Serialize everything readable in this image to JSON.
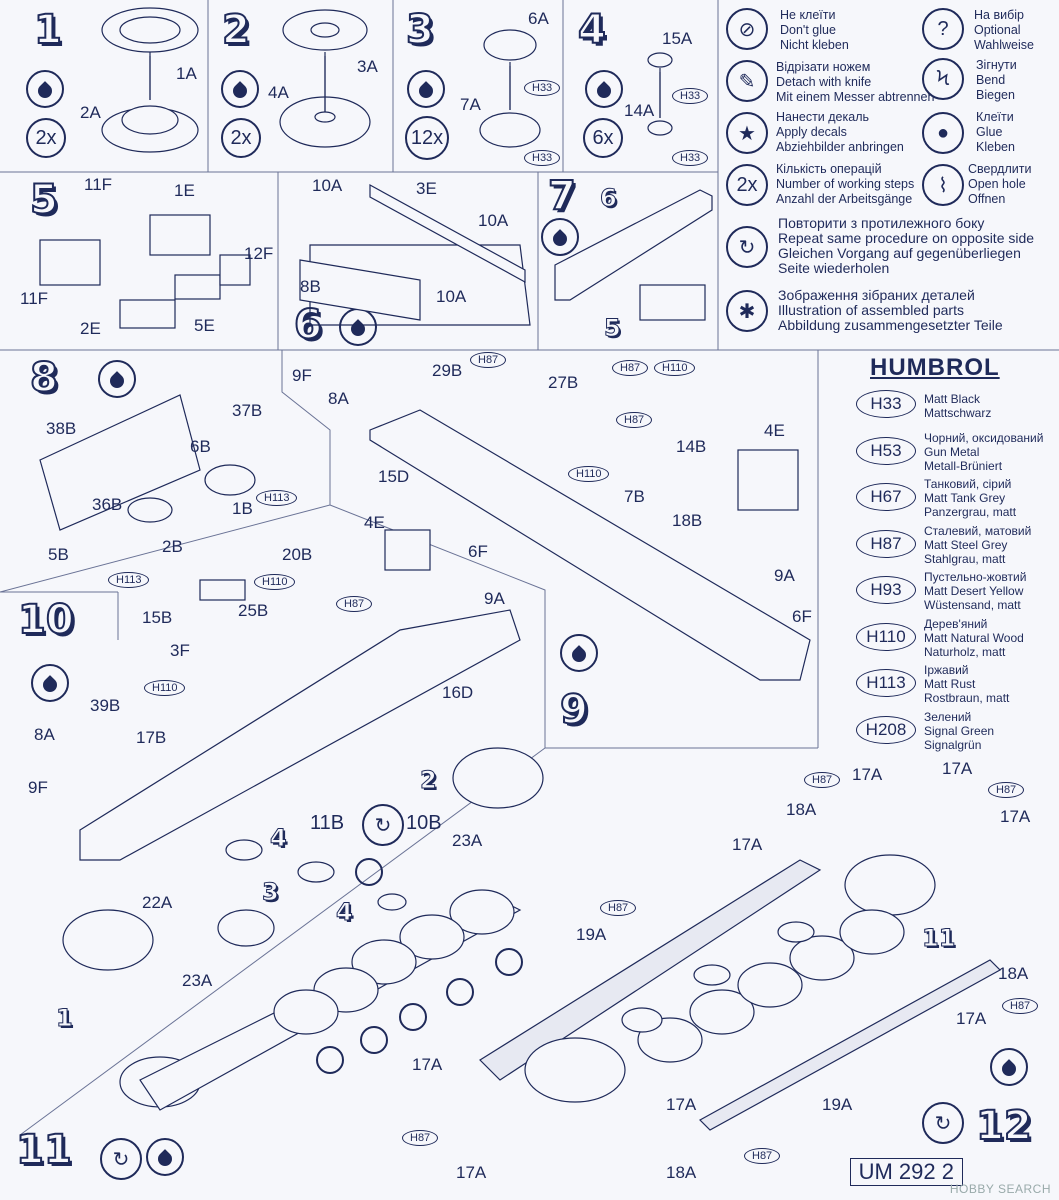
{
  "steps": {
    "s1": "1",
    "s2": "2",
    "s3": "3",
    "s4": "4",
    "s5": "5",
    "s6": "6",
    "s7": "7",
    "s8": "8",
    "s9": "9",
    "s10": "10",
    "s11": "11",
    "s12": "12",
    "ref6": "6",
    "ref5": "5",
    "ref2": "2",
    "ref4a": "4",
    "ref3": "3",
    "ref4b": "4",
    "ref1": "1",
    "ref11": "11"
  },
  "counts": {
    "s1": "2x",
    "s2": "2x",
    "s3": "12x",
    "s4": "6x"
  },
  "parts": {
    "p1A": "1A",
    "p2A": "2A",
    "p3A": "3A",
    "p4A": "4A",
    "p6A": "6A",
    "p7A": "7A",
    "p15A": "15A",
    "p14A": "14A",
    "p11F_a": "11F",
    "p1E": "1E",
    "p12F": "12F",
    "p11F_b": "11F",
    "p2E": "2E",
    "p5E": "5E",
    "p10A_a": "10A",
    "p3E": "3E",
    "p10A_b": "10A",
    "p8B": "8B",
    "p10A_c": "10A",
    "p9F_a": "9F",
    "p8A_a": "8A",
    "p29B": "29B",
    "p27B": "27B",
    "p4E_a": "4E",
    "p14B": "14B",
    "p15D": "15D",
    "p7B": "7B",
    "p18B": "18B",
    "p9A_a": "9A",
    "p6F_a": "6F",
    "p38B": "38B",
    "p37B": "37B",
    "p6B": "6B",
    "p36B": "36B",
    "p1B": "1B",
    "p5B": "5B",
    "p2B": "2B",
    "p4E_b": "4E",
    "p20B": "20B",
    "p6F_b": "6F",
    "p9A_b": "9A",
    "p15B": "15B",
    "p25B": "25B",
    "p3F": "3F",
    "p16D": "16D",
    "p39B": "39B",
    "p17B": "17B",
    "p8A_b": "8A",
    "p9F_b": "9F",
    "p11B": "11B",
    "p10B": "10B",
    "p23A_a": "23A",
    "p22A": "22A",
    "p23A_b": "23A",
    "p17A_1": "17A",
    "p17A_2": "17A",
    "p17A_3": "17A",
    "p17A_4": "17A",
    "p17A_5": "17A",
    "p17A_6": "17A",
    "p17A_7": "17A",
    "p17A_8": "17A",
    "p18A_1": "18A",
    "p18A_2": "18A",
    "p19A_1": "19A",
    "p19A_2": "19A",
    "p18A_3": "18A"
  },
  "paints": {
    "h33_a": "H33",
    "h33_b": "H33",
    "h33_c": "H33",
    "h33_d": "H33",
    "h87_a": "H87",
    "h87_b": "H87",
    "h110_a": "H110",
    "h87_c": "H87",
    "h110_b": "H110",
    "h113_a": "H113",
    "h113_b": "H113",
    "h110_c": "H110",
    "h87_d": "H87",
    "h110_d": "H110",
    "h87_e": "H87",
    "h87_f": "H87",
    "h87_g": "H87",
    "h87_h": "H87",
    "h87_i": "H87",
    "h87_j": "H87"
  },
  "legend": [
    {
      "icon": "no-glue-icon",
      "glyph": "⊘",
      "lines": [
        "Не клеїти",
        "Don't glue",
        "Nicht kleben"
      ]
    },
    {
      "icon": "optional-icon",
      "glyph": "?",
      "lines": [
        "На вибір",
        "Optional",
        "Wahlweise"
      ]
    },
    {
      "icon": "knife-icon",
      "glyph": "✎",
      "lines": [
        "Відрізати ножем",
        "Detach with knife",
        "Mit einem Messer abtrennen"
      ]
    },
    {
      "icon": "bend-icon",
      "glyph": "Ϟ",
      "lines": [
        "Зігнути",
        "Bend",
        "Biegen"
      ]
    },
    {
      "icon": "decal-icon",
      "glyph": "★",
      "lines": [
        "Нанести декаль",
        "Apply decals",
        "Abziehbilder anbringen"
      ]
    },
    {
      "icon": "glue-icon",
      "glyph": "●",
      "lines": [
        "Клеїти",
        "Glue",
        "Kleben"
      ]
    },
    {
      "icon": "steps-icon",
      "glyph": "2x",
      "lines": [
        "Кількість операцій",
        "Number of working steps",
        "Anzahl der Arbeitsgänge"
      ]
    },
    {
      "icon": "drill-icon",
      "glyph": "⌇",
      "lines": [
        "Свердлити",
        "Open hole",
        "Offnen"
      ]
    },
    {
      "icon": "repeat-icon",
      "glyph": "↻",
      "lines": [
        "Повторити з протилежного боку",
        "Repeat same procedure on opposite side",
        "Gleichen Vorgang auf gegenüberliegen",
        "Seite wiederholen"
      ]
    },
    {
      "icon": "assembled-icon",
      "glyph": "✱",
      "lines": [
        "Зображення зібраних деталей",
        "Illustration of assembled parts",
        "Abbildung zusammengesetzter Teile"
      ]
    }
  ],
  "humbrol": {
    "title": "HUMBROL",
    "colors": [
      {
        "code": "H33",
        "lines": [
          "Matt Black",
          "Mattschwarz"
        ]
      },
      {
        "code": "H53",
        "lines": [
          "Чорний, оксидований",
          "Gun Metal",
          "Metall-Brüniert"
        ]
      },
      {
        "code": "H67",
        "lines": [
          "Танковий, сірий",
          "Matt Tank Grey",
          "Panzergrau, matt"
        ]
      },
      {
        "code": "H87",
        "lines": [
          "Сталевий, матовий",
          "Matt Steel Grey",
          "Stahlgrau, matt"
        ]
      },
      {
        "code": "H93",
        "lines": [
          "Пустельно-жовтий",
          "Matt Desert Yellow",
          "Wüstensand, matt"
        ]
      },
      {
        "code": "H110",
        "lines": [
          "Дерев'яний",
          "Matt Natural Wood",
          "Naturholz, matt"
        ]
      },
      {
        "code": "H113",
        "lines": [
          "Іржавий",
          "Matt Rust",
          "Rostbraun, matt"
        ]
      },
      {
        "code": "H208",
        "lines": [
          "Зелений",
          "Signal Green",
          "Signalgrün"
        ]
      }
    ]
  },
  "footer": {
    "code": "UM 292",
    "page": "2",
    "watermark": "HOBBY SEARCH"
  }
}
